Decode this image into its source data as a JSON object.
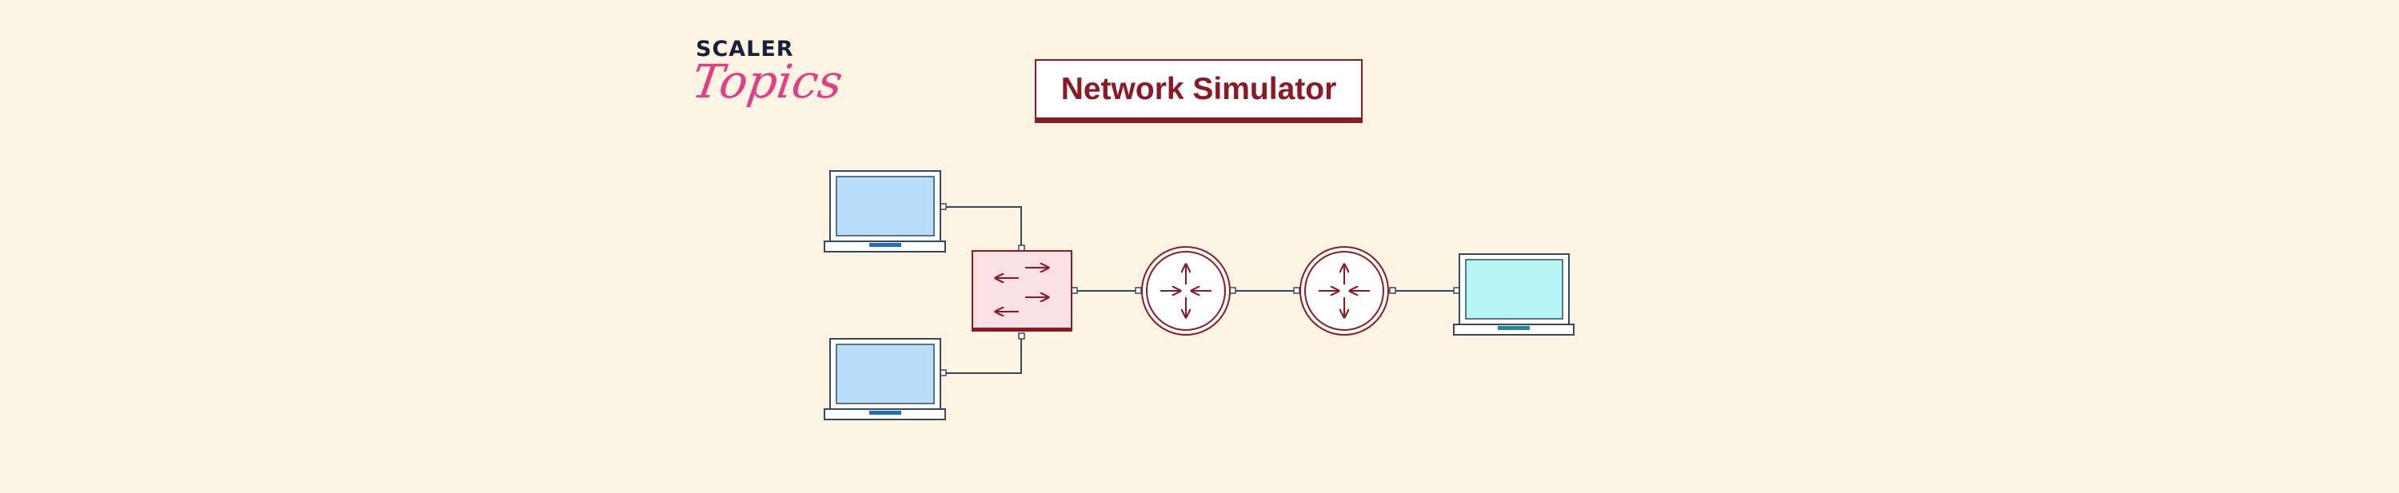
{
  "logo": {
    "top_text": "SCALER",
    "bottom_text": "Topics"
  },
  "title": "Network Simulator",
  "colors": {
    "background": "#FEF4E4",
    "accent": "#8A1B25",
    "logo_pink": "#E23E86",
    "switch_fill": "#FBE0E6",
    "laptop_screen_blue": "#B9DEFB",
    "laptop_screen_cyan": "#B5F6F4",
    "line": "#34495E"
  },
  "devices": [
    {
      "type": "laptop",
      "icon": "laptop-icon"
    },
    {
      "type": "laptop",
      "icon": "laptop-icon"
    },
    {
      "type": "switch",
      "icon": "switch-icon"
    },
    {
      "type": "router",
      "icon": "router-icon"
    },
    {
      "type": "router",
      "icon": "router-icon"
    },
    {
      "type": "laptop",
      "icon": "laptop-icon"
    }
  ]
}
